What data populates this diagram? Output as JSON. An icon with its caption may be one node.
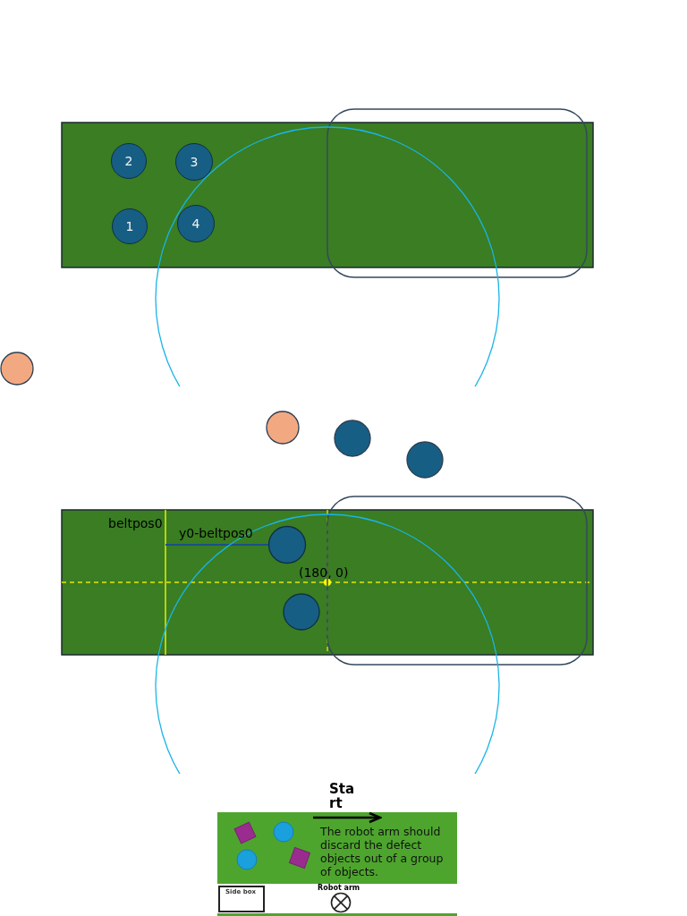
{
  "diagram": {
    "nodes": [
      {
        "text": [
          "2"
        ]
      },
      {
        "text": [
          "3"
        ]
      },
      {
        "text": [
          "1"
        ]
      },
      {
        "text": [
          "4"
        ]
      },
      {
        "text": [
          "The robot arm should discard the defect objects out of a group of objects."
        ]
      },
      {
        "text": [
          "Side box"
        ]
      }
    ],
    "labels": [
      "beltpos0",
      "y0-beltpos0",
      "(180, 0)",
      "Start",
      "Robot arm"
    ]
  }
}
